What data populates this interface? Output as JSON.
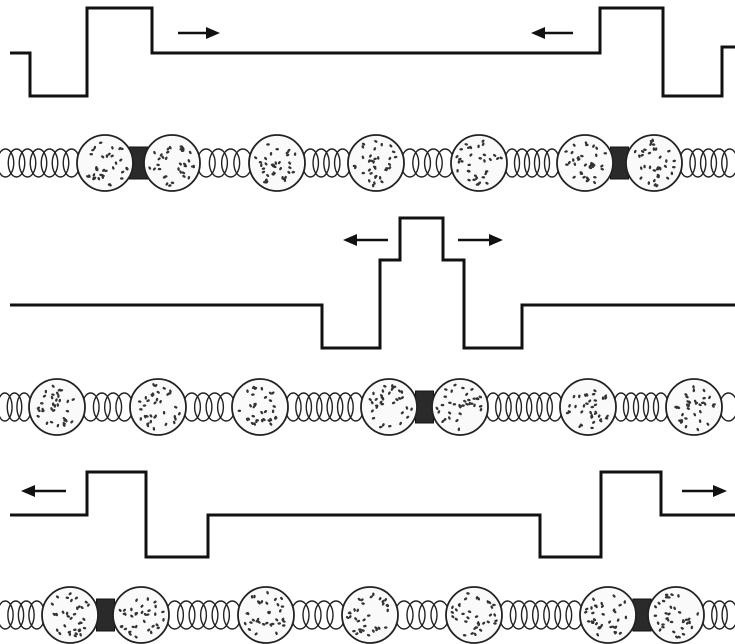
{
  "diagram": {
    "panels": [
      {
        "id": "panel-1",
        "arrows": [
          "right",
          "left"
        ],
        "blocks_after_ball_index": [
          0,
          5
        ]
      },
      {
        "id": "panel-2",
        "arrows": [
          "left",
          "right"
        ],
        "blocks_after_ball_index": [
          3
        ]
      },
      {
        "id": "panel-3",
        "arrows": [
          "left",
          "right"
        ],
        "blocks_after_ball_index": [
          0,
          5
        ]
      }
    ],
    "balls_per_chain": 7,
    "colors": {
      "ink": "#111111",
      "background": "#ffffff"
    }
  }
}
